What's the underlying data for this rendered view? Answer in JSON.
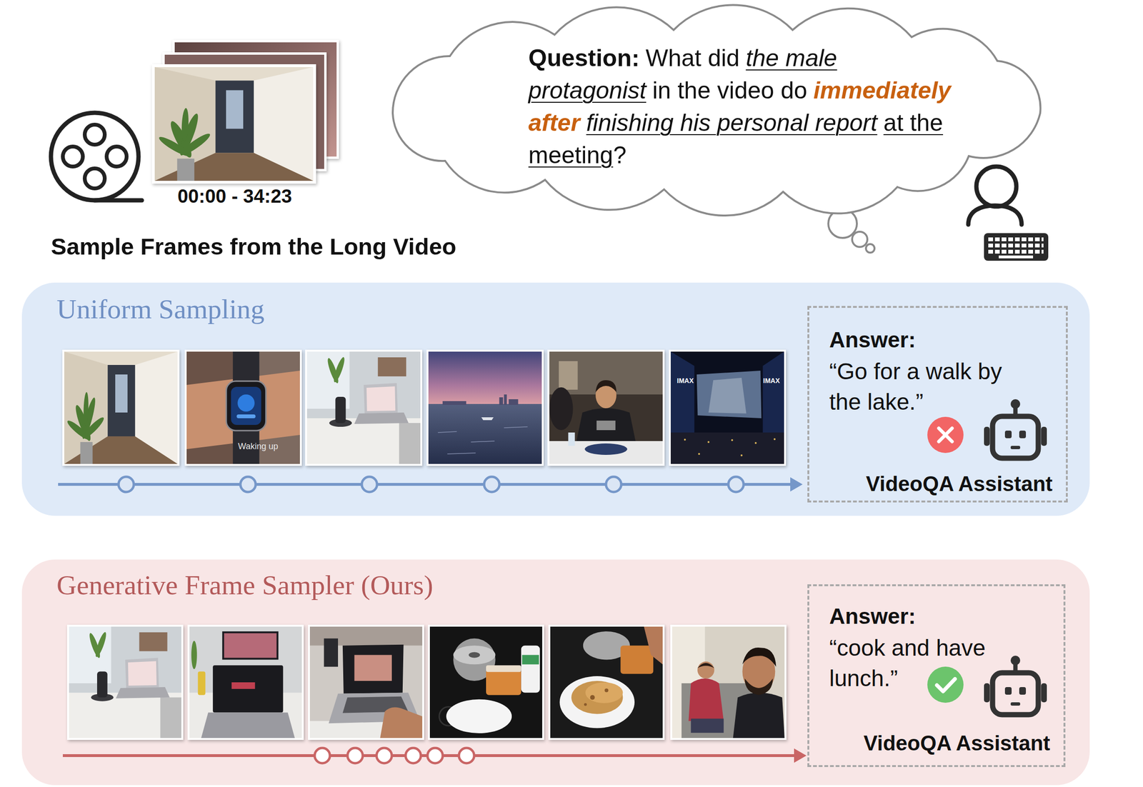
{
  "diagram": {
    "nodes": [
      {
        "text": [
          "Question:",
          "What did",
          "the male protagonist",
          "in the video do",
          "immediately after",
          "finishing his personal report",
          "at the meeting",
          "?"
        ]
      },
      {
        "text": [
          "Uniform Sampling"
        ]
      },
      {
        "text": [
          "Answer:",
          "“Go for a walk by the lake.”",
          "VideoQA Assistant"
        ],
        "in": 1
      },
      {
        "text": [
          "Generative Frame Sampler (Ours)"
        ]
      },
      {
        "text": [
          "Answer:",
          "“cook and have lunch.”",
          "VideoQA Assistant"
        ],
        "in": 3
      }
    ],
    "labels": [
      "00:00 - 34:23",
      "Sample Frames from the Long Video",
      "Waking up",
      "IMAX",
      "IMAX"
    ]
  }
}
